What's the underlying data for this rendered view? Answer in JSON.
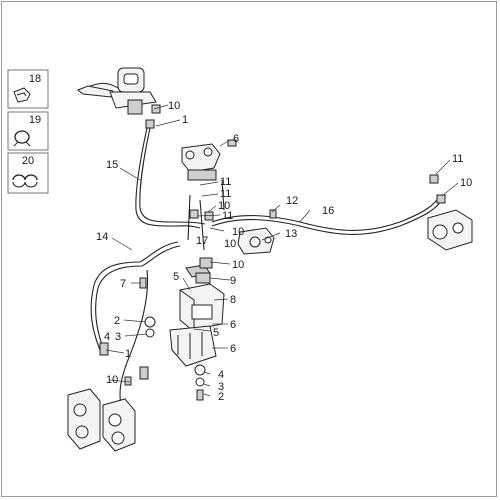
{
  "legend": [
    {
      "number": "18",
      "icon": "clip-icon"
    },
    {
      "number": "19",
      "icon": "hose-clamp-icon"
    },
    {
      "number": "20",
      "icon": "hose-ring-clip-icon"
    }
  ],
  "callouts": {
    "c1_top": "1",
    "c1_left": "1",
    "c2_left": "2",
    "c2_bottom": "2",
    "c3_left": "3",
    "c3_bottom": "3",
    "c4_left": "4",
    "c4_bottom": "4",
    "c5_upper": "5",
    "c5_lower": "5",
    "c6_top": "6",
    "c6_mid": "6",
    "c6_low": "6",
    "c7": "7",
    "c8": "8",
    "c9": "9",
    "c10_top": "10",
    "c10_mid": "10",
    "c10_center": "10",
    "c10_lower": "10",
    "c10_right": "10",
    "c10_bottomleft": "10",
    "c11_a": "11",
    "c11_b": "11",
    "c11_c": "11",
    "c11_right": "11",
    "c12": "12",
    "c13": "13",
    "c14": "14",
    "c15": "15",
    "c16": "16",
    "c17": "17"
  },
  "colors": {
    "line": "#222222",
    "frame": "#9a9a9a",
    "text": "#1a1a1a"
  }
}
